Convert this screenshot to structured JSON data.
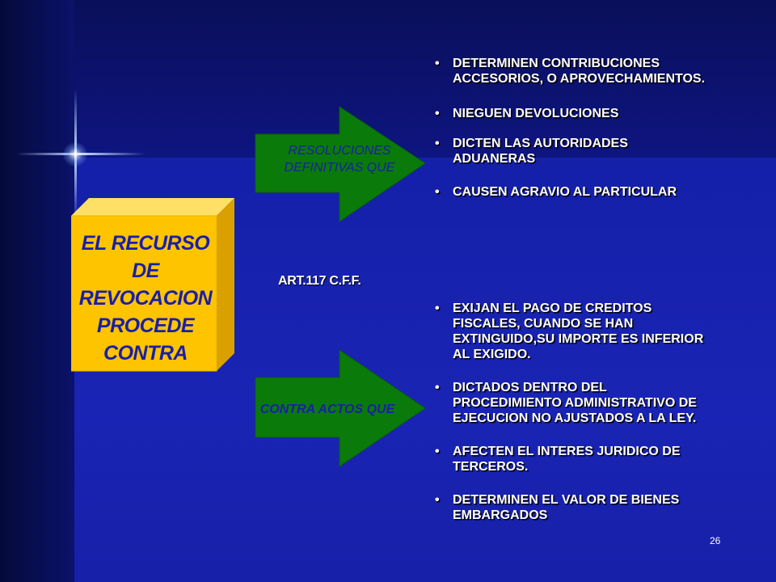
{
  "main_box": {
    "lines": [
      "EL RECURSO",
      "DE",
      "REVOCACION",
      "PROCEDE",
      "CONTRA"
    ]
  },
  "arrow_top": {
    "label_lines": [
      "RESOLUCIONES",
      "DEFINITIVAS QUE"
    ]
  },
  "arrow_bottom": {
    "label": "CONTRA ACTOS QUE"
  },
  "article_ref": "ART.117 C.F.F.",
  "list_top": [
    "DETERMINEN CONTRIBUCIONES ACCESORIOS, O APROVECHAMIENTOS.",
    "NIEGUEN DEVOLUCIONES",
    "DICTEN LAS AUTORIDADES ADUANERAS",
    "CAUSEN AGRAVIO AL PARTICULAR"
  ],
  "list_bottom": [
    "EXIJAN EL PAGO DE CREDITOS FISCALES, CUANDO SE HAN EXTINGUIDO,SU IMPORTE ES INFERIOR AL EXIGIDO.",
    "DICTADOS DENTRO DEL PROCEDIMIENTO ADMINISTRATIVO DE EJECUCION NO AJUSTADOS A LA LEY.",
    "AFECTEN EL INTERES JURIDICO DE TERCEROS.",
    "DETERMINEN EL VALOR DE BIENES EMBARGADOS"
  ],
  "bullet_char": "•",
  "page_number": "26",
  "colors": {
    "box_front": "#ffc400",
    "box_side": "#d9a000",
    "box_top": "#ffe066",
    "arrow_fill": "#0a7a0a",
    "label_text": "#1a1fa8"
  }
}
